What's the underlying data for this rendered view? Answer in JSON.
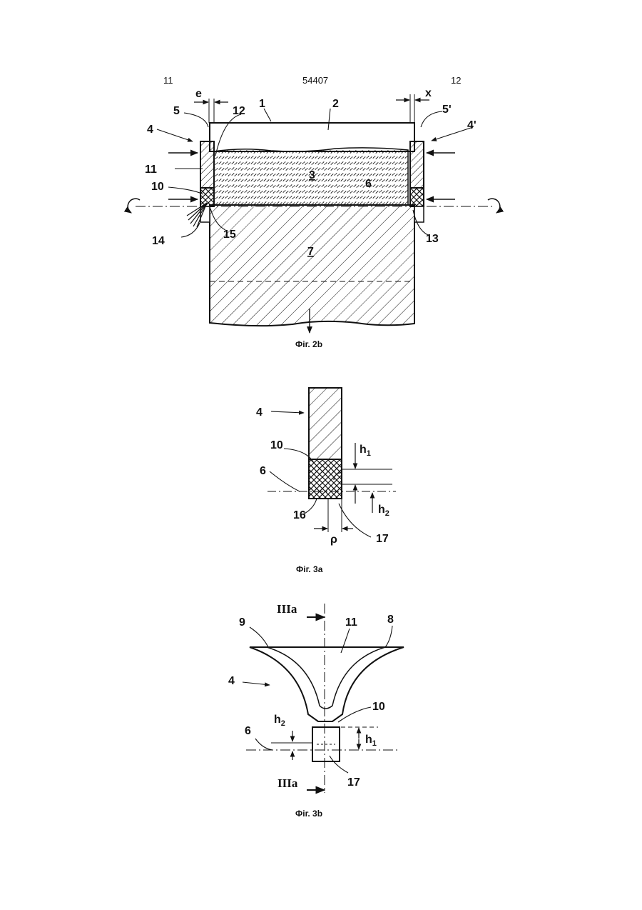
{
  "header": {
    "page_left": "11",
    "doc_number": "54407",
    "page_right": "12"
  },
  "fig2b": {
    "caption": "Фіг. 2b",
    "labels": {
      "e": "e",
      "x": "x",
      "n1": "1",
      "n2": "2",
      "n3": "3",
      "n4": "4",
      "n4p": "4'",
      "n5": "5",
      "n5p": "5'",
      "n6": "6",
      "n7": "7",
      "n10": "10",
      "n11": "11",
      "n12": "12",
      "n13": "13",
      "n14": "14",
      "n15": "15"
    }
  },
  "fig3a": {
    "caption": "Фіг. 3a",
    "labels": {
      "n4": "4",
      "n10": "10",
      "n6": "6",
      "n16": "16",
      "n17": "17",
      "h1": "h",
      "h1_sub": "1",
      "h2": "h",
      "h2_sub": "2",
      "rho": "ρ"
    }
  },
  "fig3b": {
    "caption": "Фіг. 3b",
    "labels": {
      "section_top": "IIIa",
      "section_bottom": "IIIa",
      "n9": "9",
      "n11": "11",
      "n8": "8",
      "n4": "4",
      "n10": "10",
      "n6": "6",
      "n17": "17",
      "h2": "h",
      "h2_sub": "2",
      "h1": "h",
      "h1_sub": "1"
    }
  },
  "colors": {
    "ink": "#111111",
    "paper": "#ffffff"
  }
}
